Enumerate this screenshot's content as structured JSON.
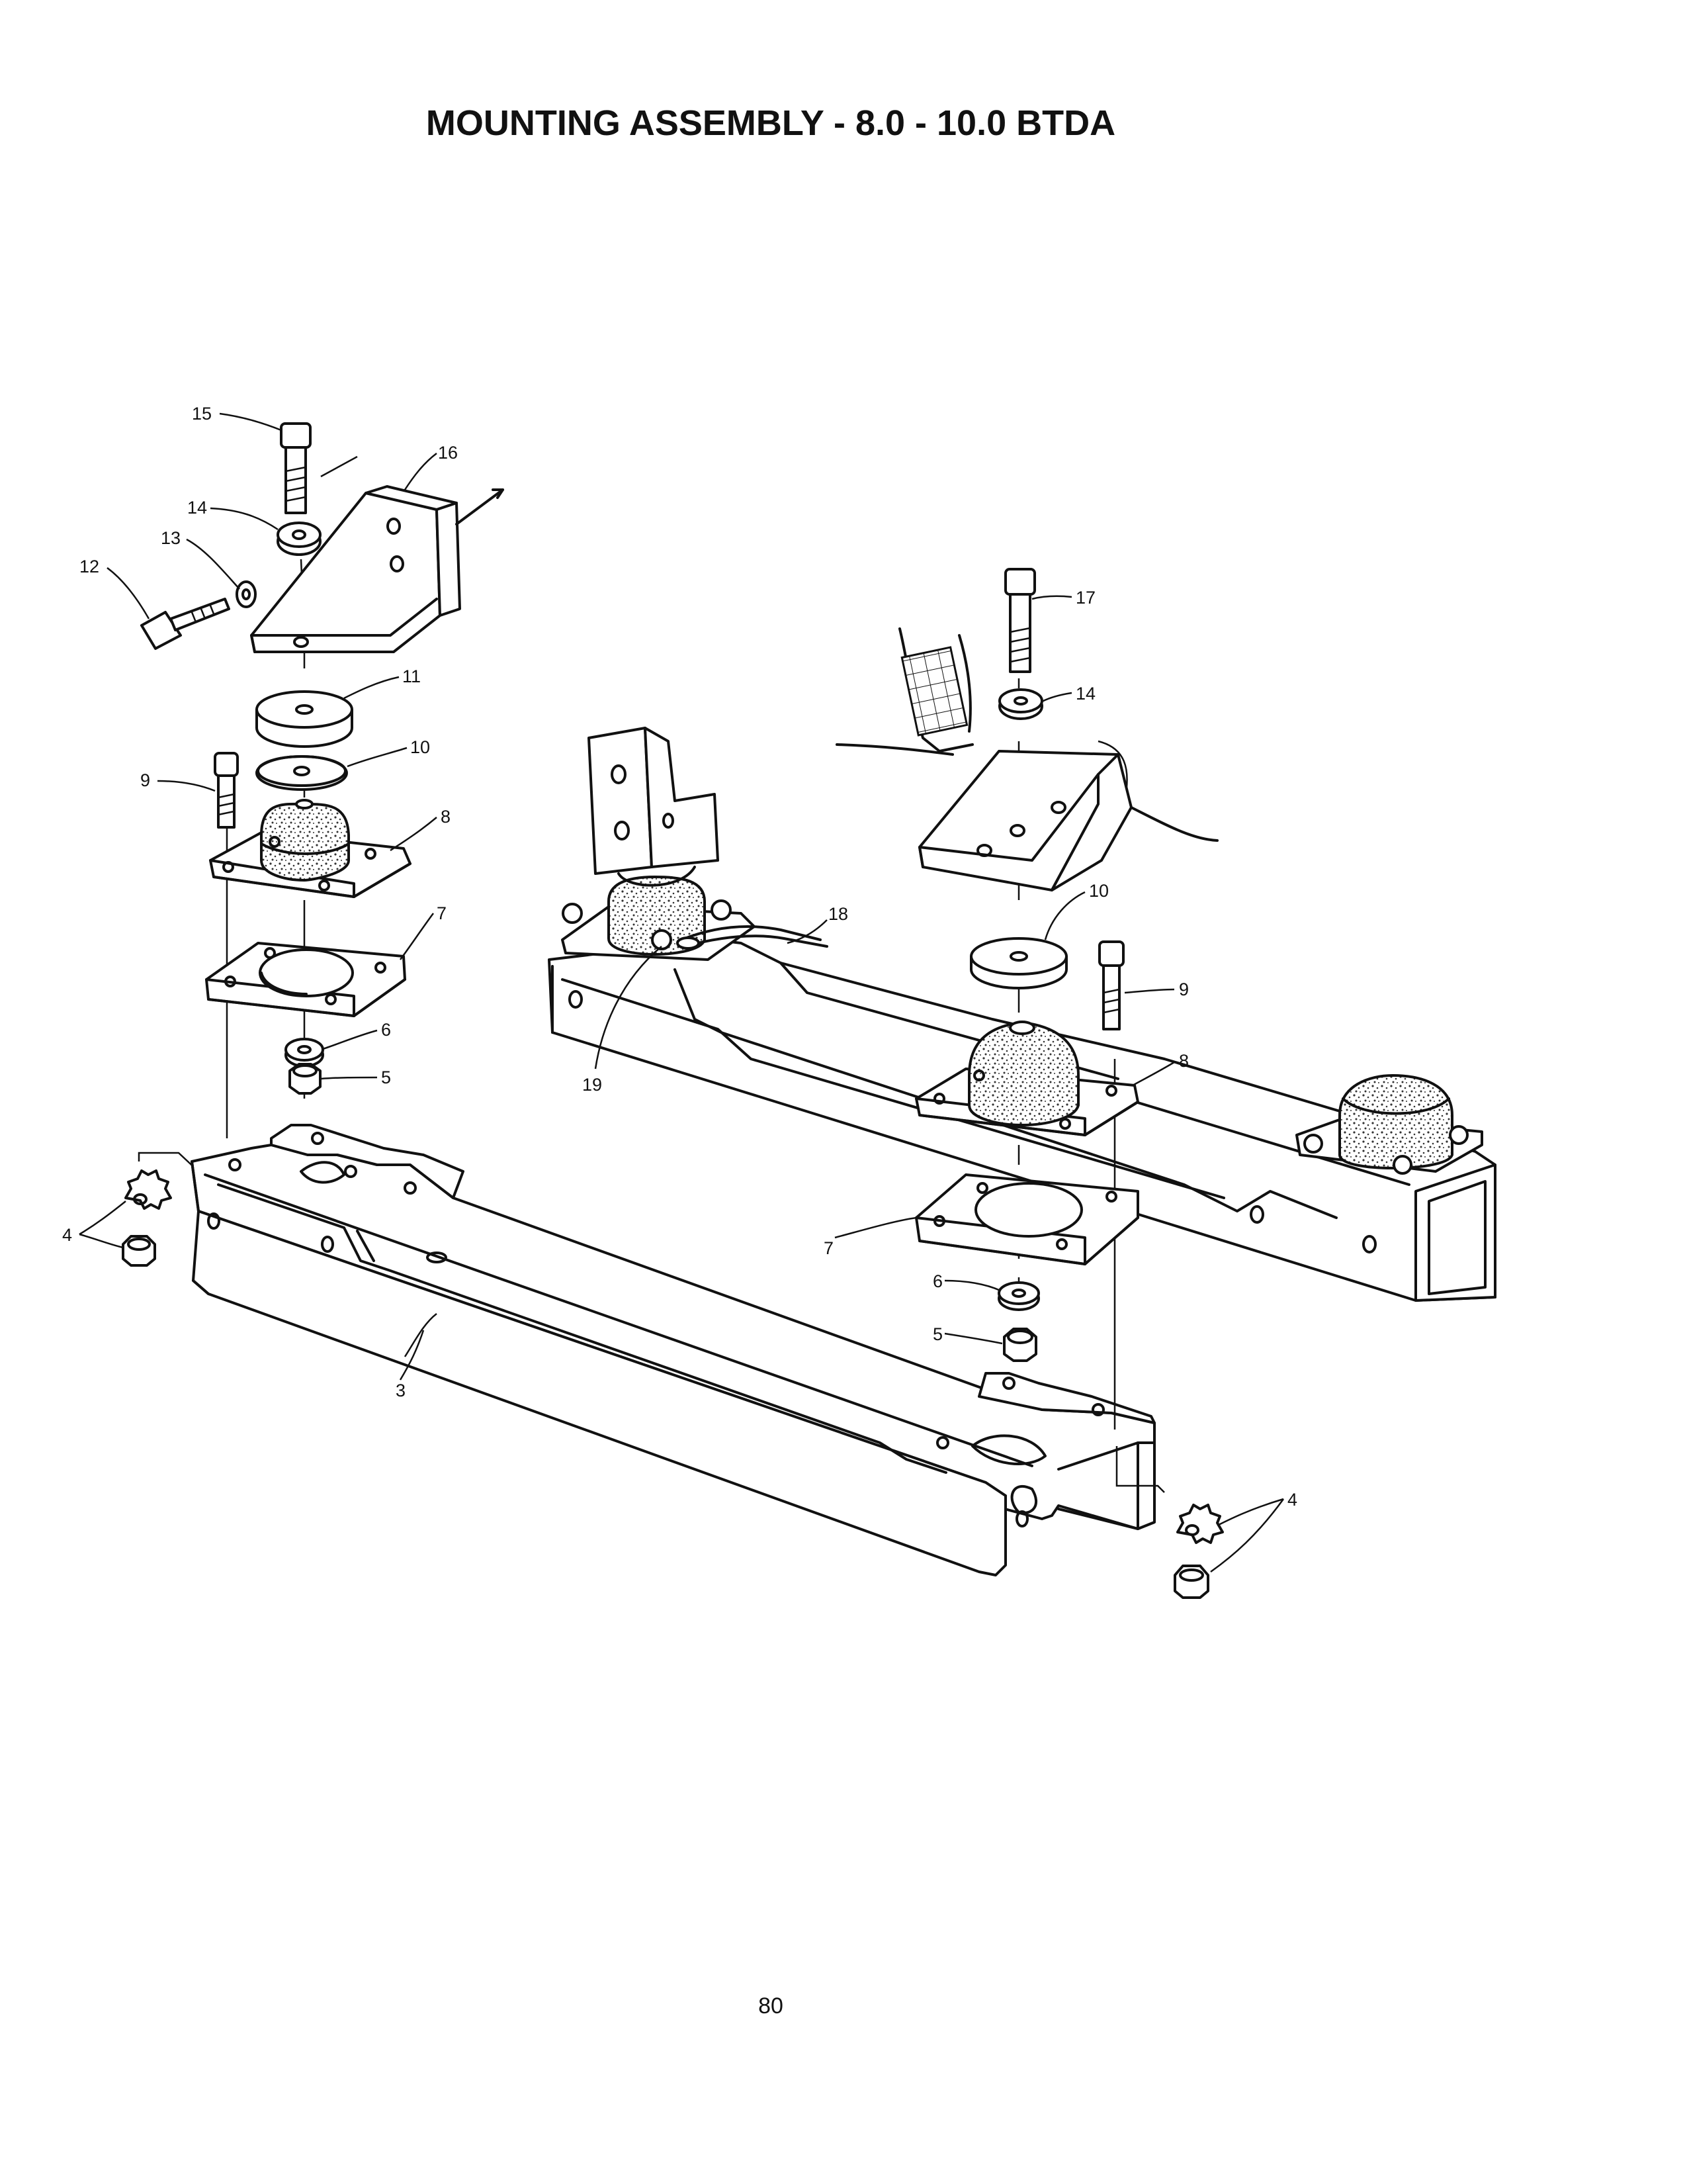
{
  "title": "MOUNTING ASSEMBLY - 8.0 - 10.0 BTDA",
  "page_number": "80",
  "callouts": {
    "c15": "15",
    "c16": "16",
    "c14a": "14",
    "c13": "13",
    "c12": "12",
    "c11": "11",
    "c10a": "10",
    "c9a": "9",
    "c8a": "8",
    "c7a": "7",
    "c6a": "6",
    "c5a": "5",
    "c4a": "4",
    "c3": "3",
    "c17": "17",
    "c14b": "14",
    "c10b": "10",
    "c18": "18",
    "c19": "19",
    "c9b": "9",
    "c8b": "8",
    "c7b": "7",
    "c6b": "6",
    "c5b": "5",
    "c4b": "4"
  }
}
